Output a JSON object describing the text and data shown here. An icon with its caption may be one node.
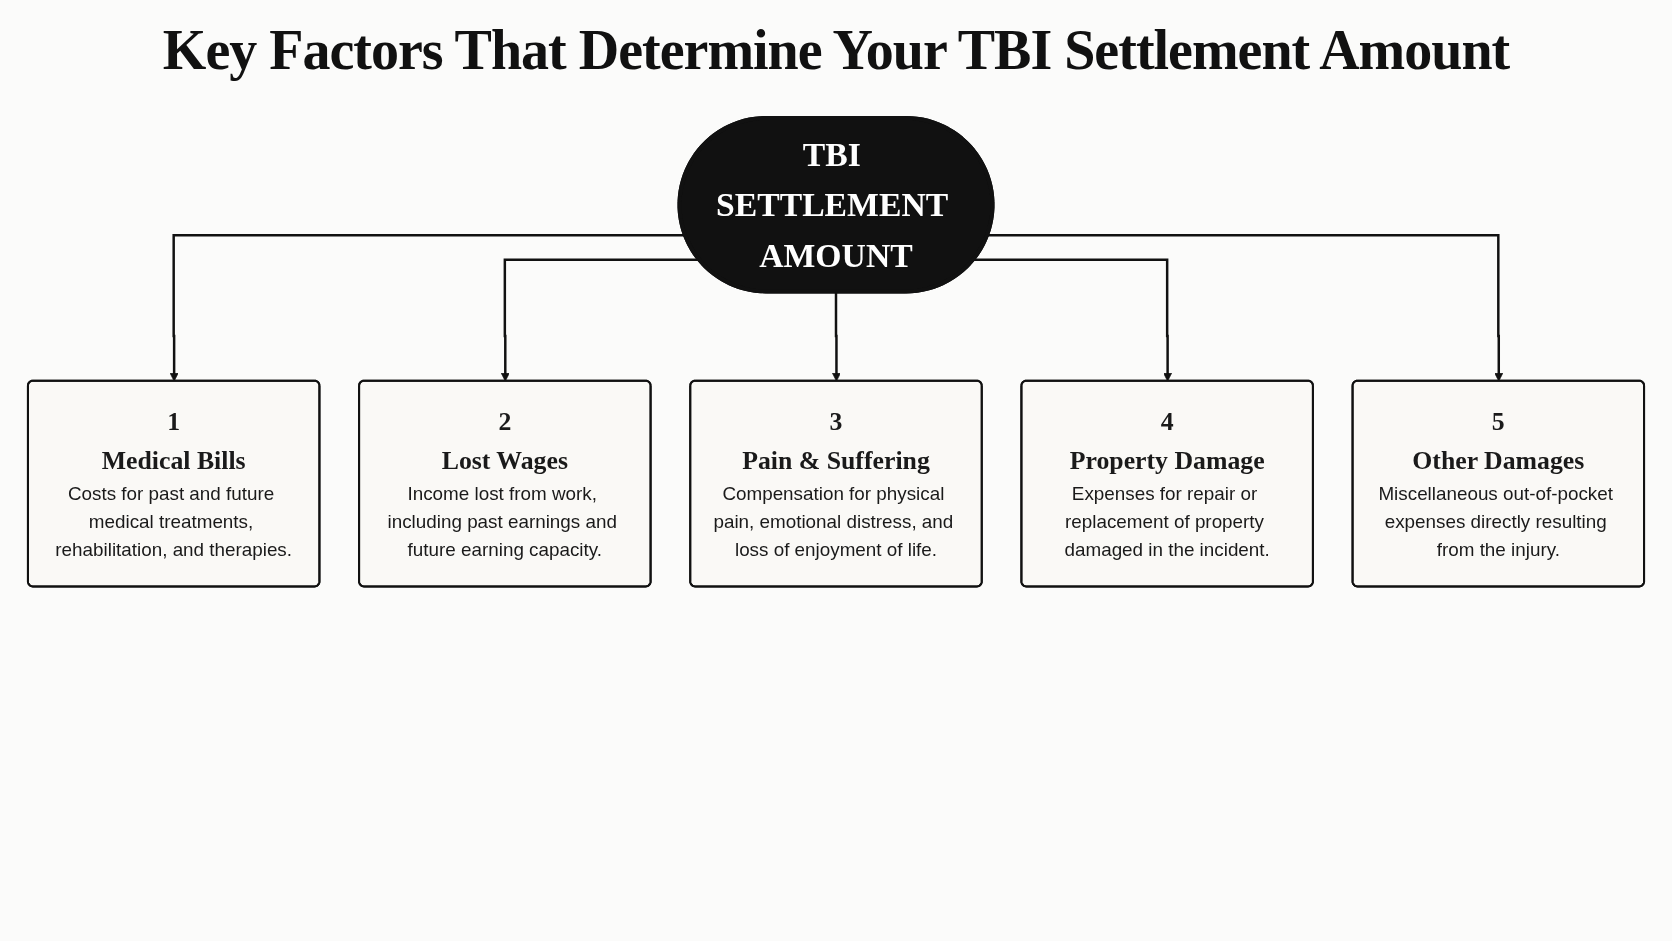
{
  "diagram": {
    "title": "Key Factors That Determine Your TBI Settlement Amount",
    "nodes": [
      {
        "text": [
          "TBI SETTLEMENT AMOUNT"
        ]
      },
      {
        "text": [
          "1",
          "Medical Bills",
          "Costs for past and future medical treatments, rehabilitation, and therapies."
        ]
      },
      {
        "text": [
          "2",
          "Lost Wages",
          "Income lost from work, including past earnings and future earning capacity."
        ]
      },
      {
        "text": [
          "3",
          "Pain & Suffering",
          "Compensation for physical pain, emotional distress, and loss of enjoyment of life."
        ]
      },
      {
        "text": [
          "4",
          "Property Damage",
          "Expenses for repair or replacement of property damaged in the incident."
        ]
      },
      {
        "text": [
          "5",
          "Other Damages",
          "Miscellaneous out-of-pocket expenses directly resulting from the injury."
        ]
      }
    ],
    "edges": [
      {
        "from": 0,
        "to": 1,
        "arrow": "to"
      },
      {
        "from": 0,
        "to": 2,
        "arrow": "to"
      },
      {
        "from": 0,
        "to": 3,
        "arrow": "to"
      },
      {
        "from": 0,
        "to": 4,
        "arrow": "to"
      },
      {
        "from": 0,
        "to": 5,
        "arrow": "to"
      }
    ]
  }
}
